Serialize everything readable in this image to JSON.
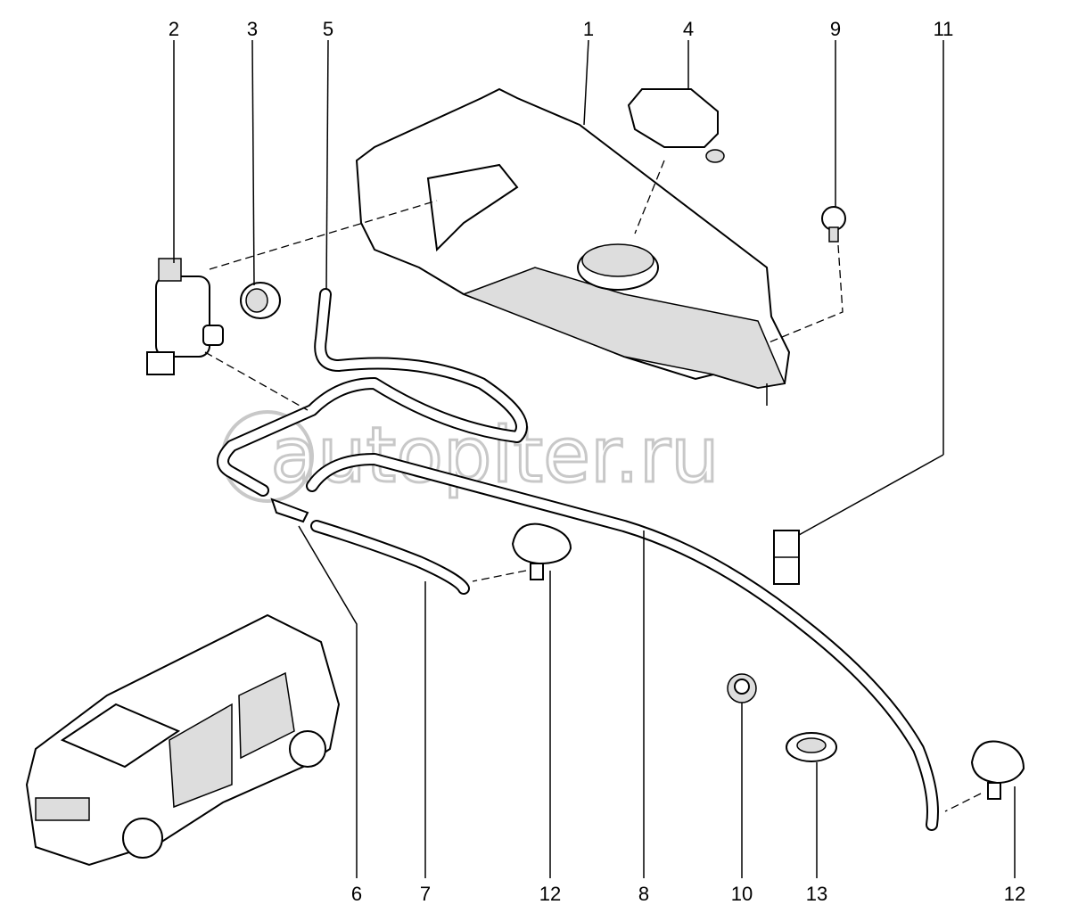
{
  "diagram": {
    "watermark": "autopiter.ru",
    "watermark_logo": "a>",
    "callouts_top": [
      "2",
      "3",
      "5",
      "1",
      "4",
      "9",
      "11"
    ],
    "callouts_bottom": [
      "6",
      "7",
      "12",
      "8",
      "10",
      "13",
      "12"
    ]
  }
}
